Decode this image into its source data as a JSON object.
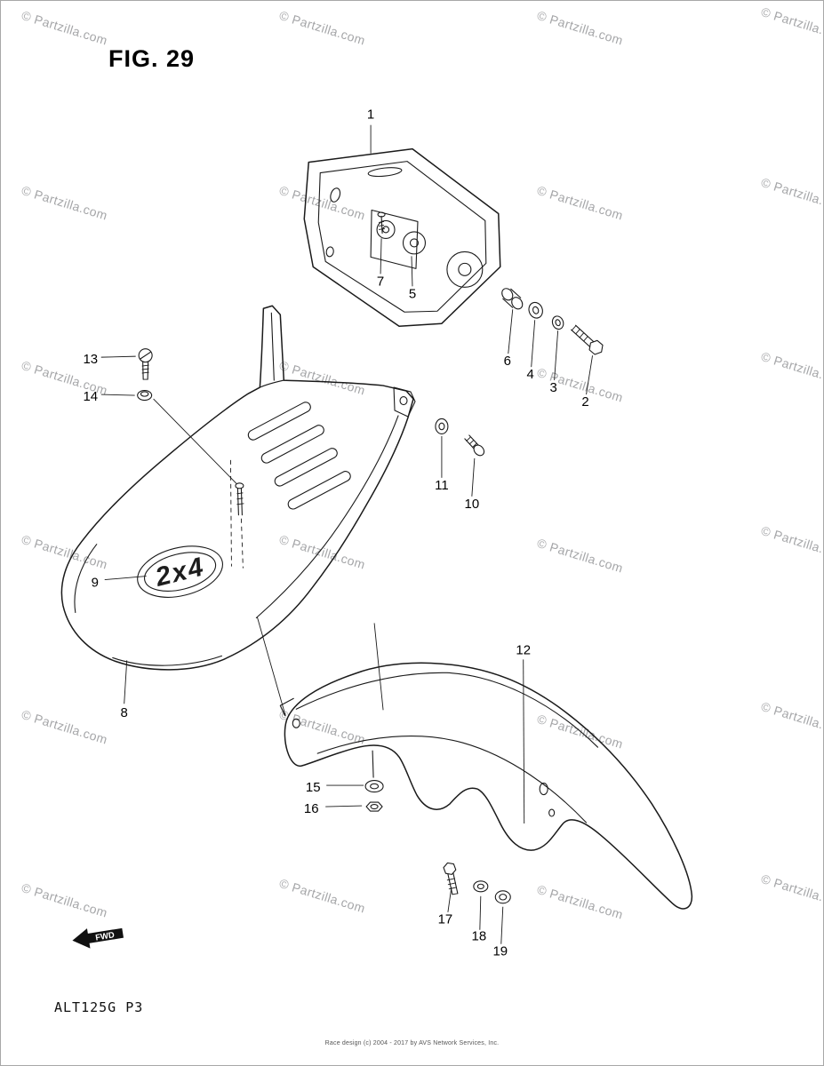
{
  "page": {
    "title": "FIG. 29",
    "model_code": "ALT125G P3",
    "footer_line": "Race design (c) 2004 - 2017 by AVS Network Services, Inc."
  },
  "watermark": {
    "text": "© Partzilla.com"
  },
  "fwd_arrow": {
    "label": "FWD"
  },
  "emblem": {
    "text": "2x4"
  },
  "callouts": {
    "c1": "1",
    "c2": "2",
    "c3": "3",
    "c4": "4",
    "c5": "5",
    "c6": "6",
    "c7": "7",
    "c8": "8",
    "c9": "9",
    "c10": "10",
    "c11": "11",
    "c12": "12",
    "c13": "13",
    "c14": "14",
    "c15": "15",
    "c16": "16",
    "c17": "17",
    "c18": "18",
    "c19": "19"
  }
}
